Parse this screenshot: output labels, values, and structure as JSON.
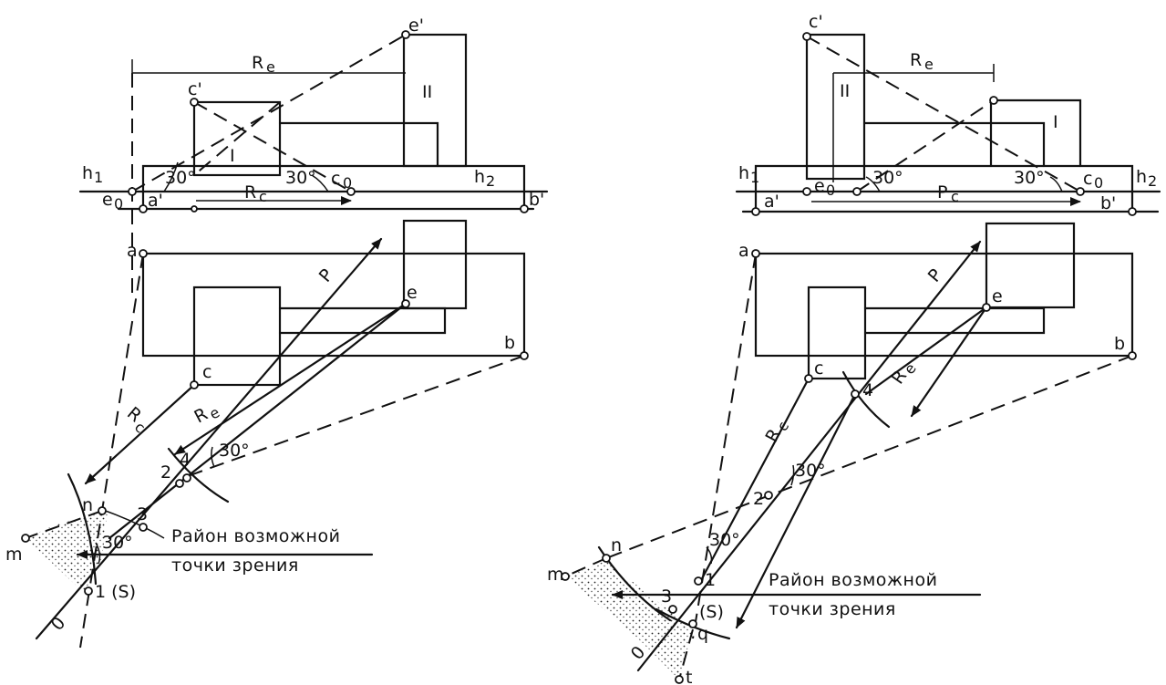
{
  "left": {
    "angle_labels": [
      "30°",
      "30°",
      "30°",
      "30°"
    ],
    "roman": [
      "I",
      "II"
    ],
    "elev_labels": [
      "R",
      "e",
      "c'",
      "e'",
      "h",
      "1",
      "h",
      "2",
      "e",
      "0",
      "a'",
      "c",
      "0",
      "R",
      "c",
      "b'"
    ],
    "plan_labels": [
      "a",
      "b",
      "c",
      "e",
      "P",
      "R",
      "c",
      "R",
      "e",
      "4",
      "2",
      "n",
      "3",
      "m",
      "1 (S)",
      "0"
    ],
    "note": [
      "Район возможной",
      "точки зрения"
    ]
  },
  "right": {
    "angle_labels": [
      "30°",
      "30°",
      "30°",
      "30°"
    ],
    "roman": [
      "II",
      "I"
    ],
    "elev_labels": [
      "c'",
      "R",
      "e",
      "h",
      "1",
      "a'",
      "e",
      "0",
      "P",
      "c",
      "c",
      "0",
      "b'",
      "h",
      "2"
    ],
    "plan_labels": [
      "a",
      "b",
      "c",
      "e",
      "P",
      "R",
      "e",
      "R",
      "c",
      "4",
      "2",
      "n",
      "m",
      "3",
      "1",
      "(S)",
      "q",
      "0",
      "t"
    ],
    "note": [
      "Район возможной",
      "точки зрения"
    ]
  },
  "colors": {
    "ink": "#111111",
    "paper": "#ffffff"
  }
}
